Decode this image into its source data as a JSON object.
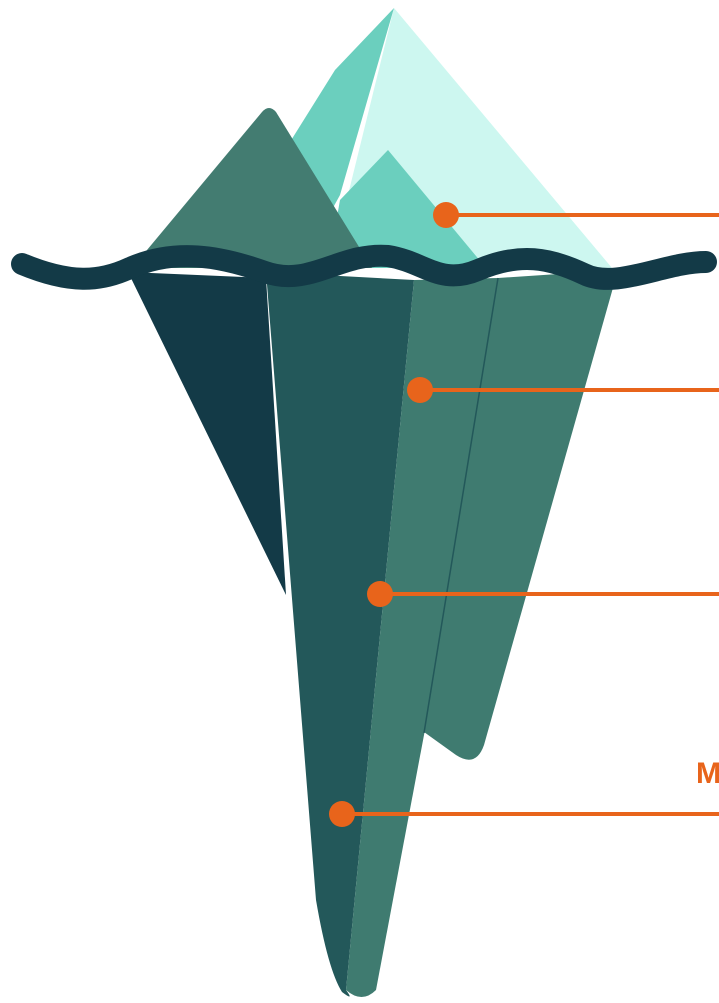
{
  "diagram": {
    "colors": {
      "peak_light": "#cdf7f0",
      "peak_mid": "#6bcfbe",
      "peak_dark": "#437c71",
      "under_darkest": "#133a47",
      "under_dark": "#23585a",
      "under_mid": "#3f7b70",
      "waterline": "#133a47",
      "callout": "#e8641b"
    },
    "callouts": [
      {
        "id": "callout-1",
        "label": ""
      },
      {
        "id": "callout-2",
        "label": ""
      },
      {
        "id": "callout-3",
        "label": ""
      },
      {
        "id": "callout-4",
        "label": "M"
      }
    ]
  }
}
